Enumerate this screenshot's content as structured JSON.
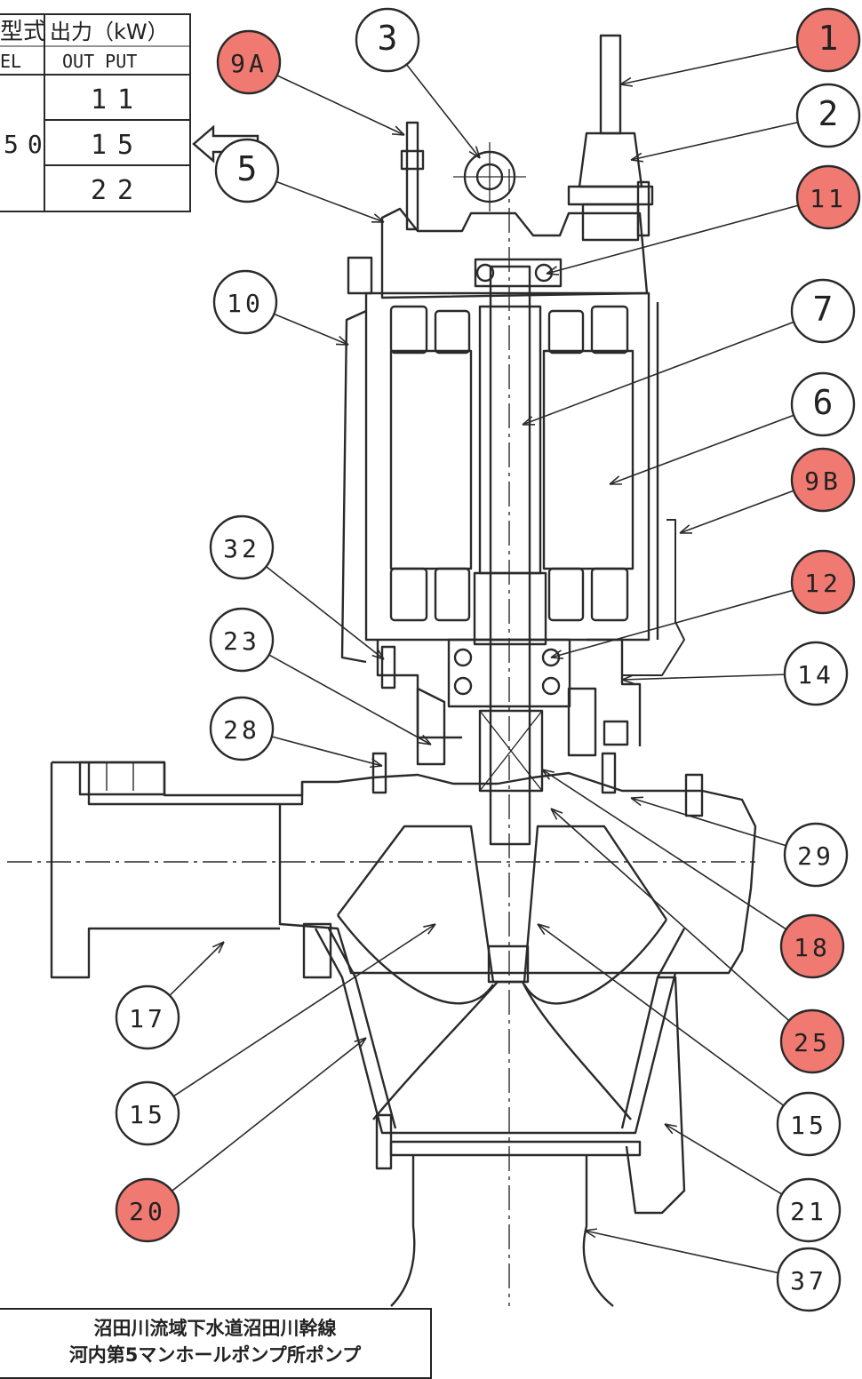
{
  "spec_table": {
    "model_header_jp": "型式",
    "model_header_en": "EL",
    "output_header_jp": "出力（kW）",
    "output_header_en": "OUT PUT",
    "model_value": "50",
    "outputs": [
      "11",
      "15",
      "22"
    ],
    "selected_output_index": 1
  },
  "callouts": [
    {
      "label": "1",
      "highlight": true
    },
    {
      "label": "2",
      "highlight": false
    },
    {
      "label": "3",
      "highlight": false
    },
    {
      "label": "9A",
      "highlight": true
    },
    {
      "label": "5",
      "highlight": false
    },
    {
      "label": "11",
      "highlight": true
    },
    {
      "label": "10",
      "highlight": false
    },
    {
      "label": "7",
      "highlight": false
    },
    {
      "label": "6",
      "highlight": false
    },
    {
      "label": "9B",
      "highlight": true
    },
    {
      "label": "32",
      "highlight": false
    },
    {
      "label": "12",
      "highlight": true
    },
    {
      "label": "23",
      "highlight": false
    },
    {
      "label": "14",
      "highlight": false
    },
    {
      "label": "28",
      "highlight": false
    },
    {
      "label": "29",
      "highlight": false
    },
    {
      "label": "18",
      "highlight": true
    },
    {
      "label": "17",
      "highlight": false
    },
    {
      "label": "25",
      "highlight": true
    },
    {
      "label": "15",
      "highlight": false
    },
    {
      "label": "15",
      "highlight": false
    },
    {
      "label": "21",
      "highlight": false
    },
    {
      "label": "20",
      "highlight": true
    },
    {
      "label": "37",
      "highlight": false
    }
  ],
  "caption": {
    "line1": "沼田川流域下水道沼田川幹線",
    "line2": "河内第5マンホールポンプ所ポンプ"
  },
  "colors": {
    "highlight_fill": "#f07a72",
    "line": "#2a2a2a"
  }
}
